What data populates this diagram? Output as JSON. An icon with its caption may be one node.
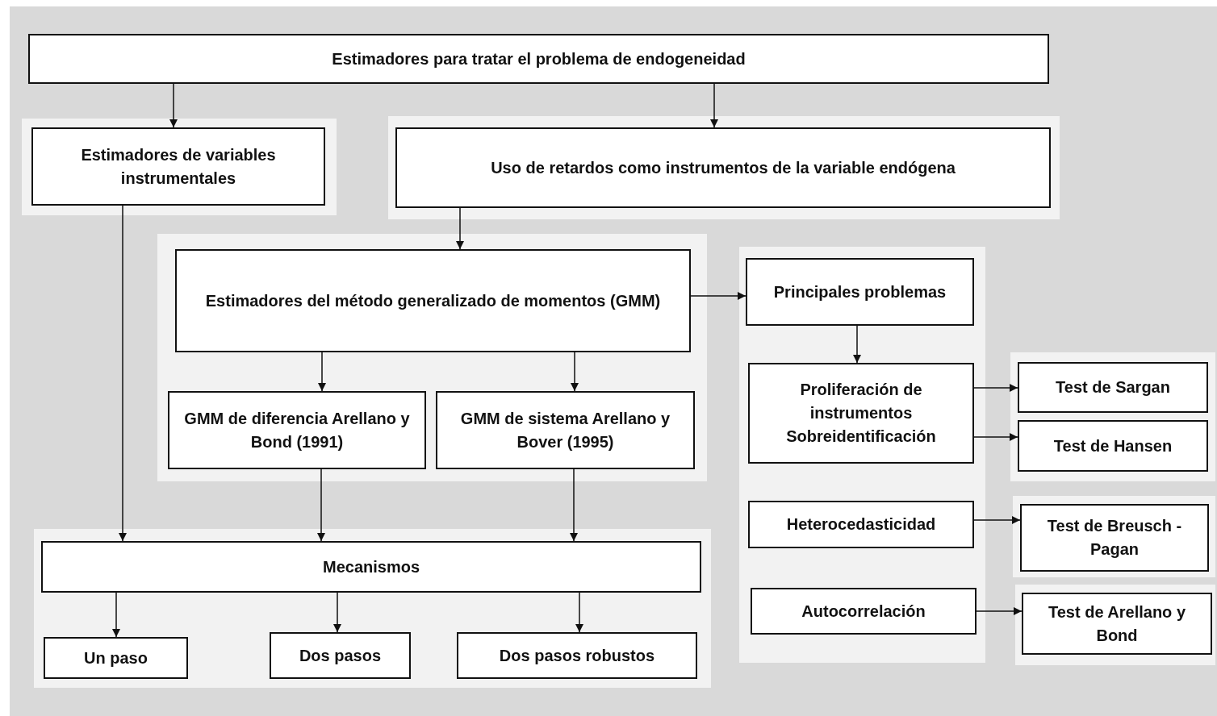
{
  "diagram": {
    "nodes": [
      {
        "text": [
          "Estimadores para tratar el problema de endogeneidad"
        ]
      },
      {
        "text": [
          "Estimadores de variables instrumentales"
        ]
      },
      {
        "text": [
          "Uso de retardos como instrumentos de la variable endógena"
        ]
      },
      {
        "text": [
          "Estimadores del método generalizado de momentos (GMM)"
        ]
      },
      {
        "text": [
          "Principales problemas"
        ]
      },
      {
        "text": [
          "GMM de diferencia Arellano y Bond (1991)"
        ]
      },
      {
        "text": [
          "GMM de sistema Arellano y Bover (1995)"
        ]
      },
      {
        "text": [
          "Proliferación de instrumentos Sobreidentificación"
        ]
      },
      {
        "text": [
          "Test de Sargan"
        ]
      },
      {
        "text": [
          "Test de Hansen"
        ]
      },
      {
        "text": [
          "Heterocedasticidad"
        ]
      },
      {
        "text": [
          "Test de Breusch - Pagan"
        ]
      },
      {
        "text": [
          "Autocorrelación"
        ]
      },
      {
        "text": [
          "Test de Arellano y Bond"
        ]
      },
      {
        "text": [
          "Mecanismos"
        ]
      },
      {
        "text": [
          "Un paso"
        ]
      },
      {
        "text": [
          "Dos pasos"
        ]
      },
      {
        "text": [
          "Dos pasos robustos"
        ]
      }
    ],
    "edges": [
      {
        "from": 0,
        "to": 1,
        "arrow": "to"
      },
      {
        "from": 0,
        "to": 2,
        "arrow": "to"
      },
      {
        "from": 1,
        "to": 14,
        "arrow": "to"
      },
      {
        "from": 2,
        "to": 3,
        "arrow": "to"
      },
      {
        "from": 3,
        "to": 4,
        "arrow": "to"
      },
      {
        "from": 3,
        "to": 5,
        "arrow": "to"
      },
      {
        "from": 3,
        "to": 6,
        "arrow": "to"
      },
      {
        "from": 4,
        "to": 7,
        "arrow": "to"
      },
      {
        "from": 7,
        "to": 8,
        "arrow": "to"
      },
      {
        "from": 7,
        "to": 9,
        "arrow": "to"
      },
      {
        "from": 10,
        "to": 11,
        "arrow": "to"
      },
      {
        "from": 12,
        "to": 13,
        "arrow": "to"
      },
      {
        "from": 5,
        "to": 14,
        "arrow": "to"
      },
      {
        "from": 6,
        "to": 14,
        "arrow": "to"
      },
      {
        "from": 14,
        "to": 15,
        "arrow": "to"
      },
      {
        "from": 14,
        "to": 16,
        "arrow": "to"
      },
      {
        "from": 14,
        "to": 17,
        "arrow": "to"
      }
    ]
  }
}
